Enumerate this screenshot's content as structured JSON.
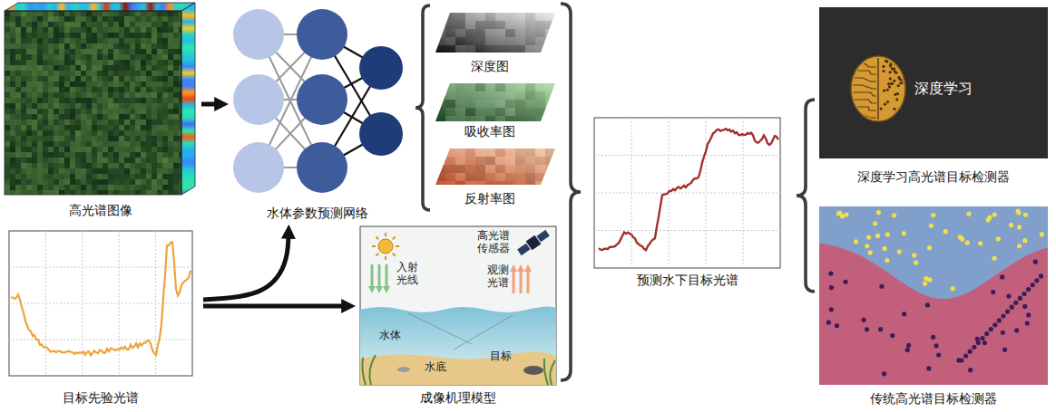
{
  "diagram": {
    "nodes": [
      {
        "text": [
          "高光谱图像"
        ]
      },
      {
        "text": [
          "目标先验光谱"
        ]
      },
      {
        "text": [
          "水体参数预测网络"
        ]
      },
      {
        "text": [
          "深度图"
        ]
      },
      {
        "text": [
          "吸收率图"
        ]
      },
      {
        "text": [
          "反射率图"
        ]
      },
      {
        "text": [
          "成像机理模型"
        ]
      },
      {
        "text": [
          "预测水下目标光谱"
        ]
      },
      {
        "text": [
          "深度学习",
          "深度学习高光谱目标检测器"
        ]
      },
      {
        "text": [
          "传统高光谱目标检测器"
        ]
      }
    ],
    "edges": [
      {
        "from": 0,
        "to": 2,
        "arrow": "to"
      },
      {
        "from": 1,
        "to": 2,
        "arrow": "to"
      },
      {
        "from": 1,
        "to": 6,
        "arrow": "to"
      }
    ],
    "labels": [
      "高光谱传感器",
      "入射光线",
      "观测光谱",
      "水体",
      "水底",
      "目标"
    ]
  }
}
